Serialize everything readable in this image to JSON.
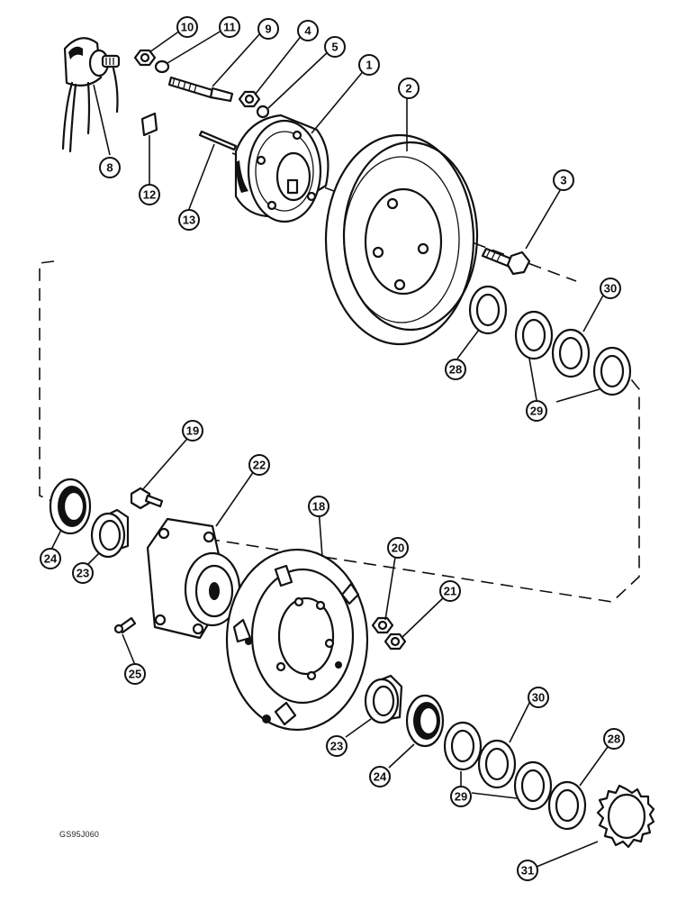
{
  "figure_id": "GS95J060",
  "callouts": [
    {
      "id": "c10",
      "label": "10"
    },
    {
      "id": "c11",
      "label": "11"
    },
    {
      "id": "c9",
      "label": "9"
    },
    {
      "id": "c4",
      "label": "4"
    },
    {
      "id": "c5",
      "label": "5"
    },
    {
      "id": "c1",
      "label": "1"
    },
    {
      "id": "c2",
      "label": "2"
    },
    {
      "id": "c8",
      "label": "8"
    },
    {
      "id": "c12",
      "label": "12"
    },
    {
      "id": "c13",
      "label": "13"
    },
    {
      "id": "c3",
      "label": "3"
    },
    {
      "id": "c30a",
      "label": "30"
    },
    {
      "id": "c28a",
      "label": "28"
    },
    {
      "id": "c29a",
      "label": "29"
    },
    {
      "id": "c19",
      "label": "19"
    },
    {
      "id": "c22",
      "label": "22"
    },
    {
      "id": "c18",
      "label": "18"
    },
    {
      "id": "c20",
      "label": "20"
    },
    {
      "id": "c21",
      "label": "21"
    },
    {
      "id": "c24a",
      "label": "24"
    },
    {
      "id": "c23a",
      "label": "23"
    },
    {
      "id": "c25",
      "label": "25"
    },
    {
      "id": "c30b",
      "label": "30"
    },
    {
      "id": "c28b",
      "label": "28"
    },
    {
      "id": "c23b",
      "label": "23"
    },
    {
      "id": "c24b",
      "label": "24"
    },
    {
      "id": "c29b",
      "label": "29"
    },
    {
      "id": "c31",
      "label": "31"
    }
  ]
}
